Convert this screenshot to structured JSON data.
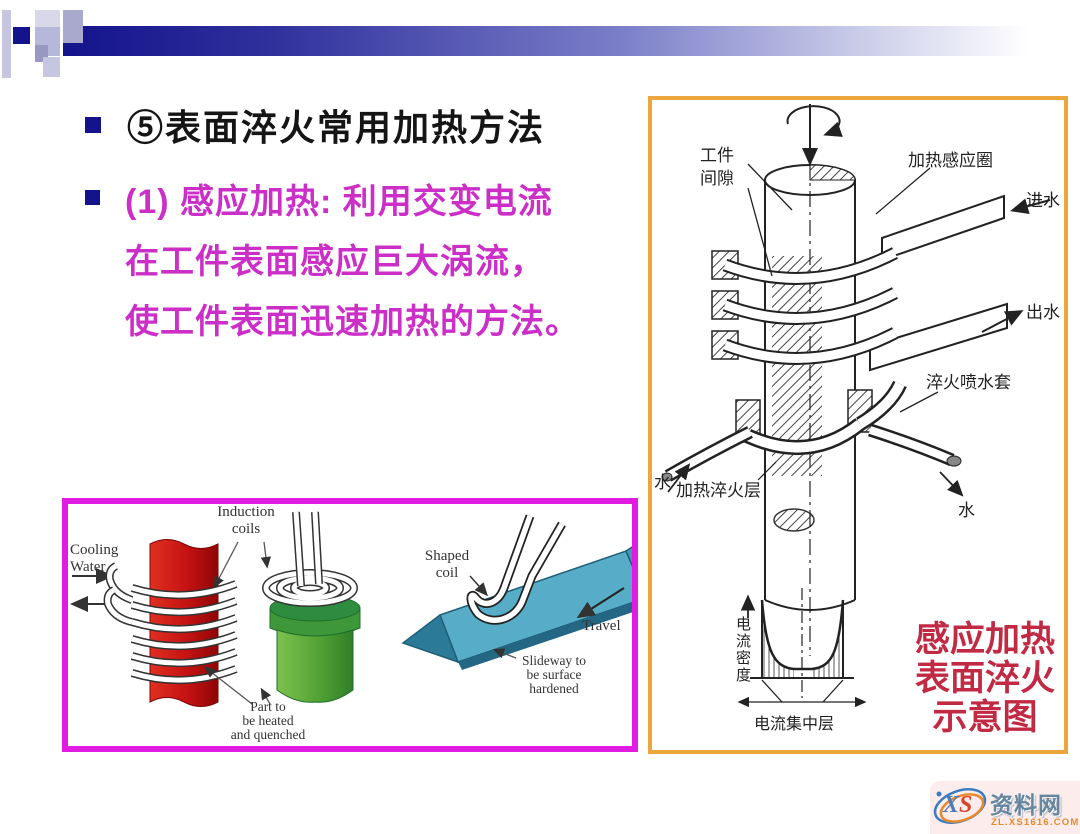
{
  "title": {
    "text": "⑤表面淬火常用加热方法"
  },
  "body": {
    "lines": [
      "(1) 感应加热: 利用交变电流",
      "在工件表面感应巨大涡流，",
      "使工件表面迅速加热的方法。"
    ]
  },
  "induction_diagram": {
    "labels": {
      "workpiece": [
        "工件",
        "间隙"
      ],
      "heating_coil": "加热感应圈",
      "water_in": "进水",
      "water_out": "出水",
      "spray_jacket": "淬火喷水套",
      "water_left": "水",
      "heated_layer": "加热淬火层",
      "water_right": "水",
      "current_density": "电流密度",
      "concentration_layer": "电流集中层"
    },
    "caption": [
      "感应加热",
      "表面淬火",
      "示意图"
    ]
  },
  "coil_diagram": {
    "labels": {
      "cooling_water": [
        "Cooling",
        "Water"
      ],
      "induction_coils": [
        "Induction",
        "coils"
      ],
      "part": [
        "Part to",
        "be heated",
        "and quenched"
      ],
      "shaped_coil": [
        "Shaped",
        "coil"
      ],
      "travel": "Travel",
      "slideway": [
        "Slideway to",
        "be surface",
        "hardened"
      ]
    }
  },
  "watermark": {
    "logo_x": "X",
    "logo_s": "S",
    "site": "资料网",
    "url": "ZL.XS1616.COM"
  },
  "colors": {
    "accent_navy": "#14138B",
    "body_magenta": "#CB2FC8",
    "border_orange": "#EDA63E",
    "border_magenta": "#E01CE0",
    "caption_red": "#C22A44",
    "slideway_teal": "#57ACC8",
    "cylinder_red": "#C41414",
    "part_green": "#4F9F33",
    "watermark_orange": "#E8892B",
    "watermark_blue": "#4A7CB5"
  }
}
